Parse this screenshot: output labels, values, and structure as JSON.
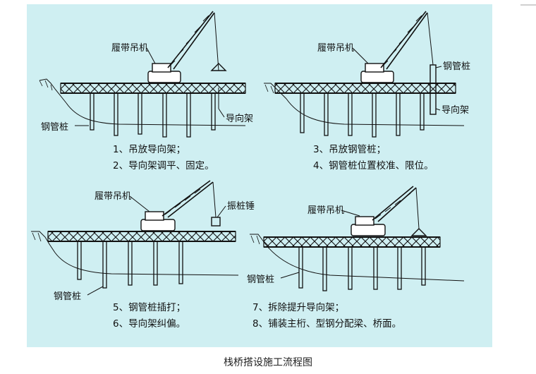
{
  "panels": [
    {
      "crane_label": "履带吊机",
      "item_label": "导向架",
      "pile_label": "钢管桩",
      "steps": [
        "1、吊放导向架；",
        "2、导向架调平、固定。"
      ]
    },
    {
      "crane_label": "履带吊机",
      "item_label": "钢管桩",
      "pile_label": "导向架",
      "steps": [
        "3、吊放钢管桩；",
        "4、钢管桩位置校准、限位。"
      ]
    },
    {
      "crane_label": "履带吊机",
      "item_label": "振桩锤",
      "pile_label": "钢管桩",
      "steps": [
        "5、钢管桩插打；",
        "6、导向架纠偏。"
      ]
    },
    {
      "crane_label": "履带吊机",
      "item_label": "",
      "pile_label": "钢管桩",
      "steps": [
        "7、拆除提升导向架；",
        "8、铺装主桁、型钢分配梁、桥面。"
      ]
    }
  ],
  "caption": "栈桥搭设施工流程图",
  "colors": {
    "panel_bg": "#cfeff2",
    "line": "#111111"
  }
}
